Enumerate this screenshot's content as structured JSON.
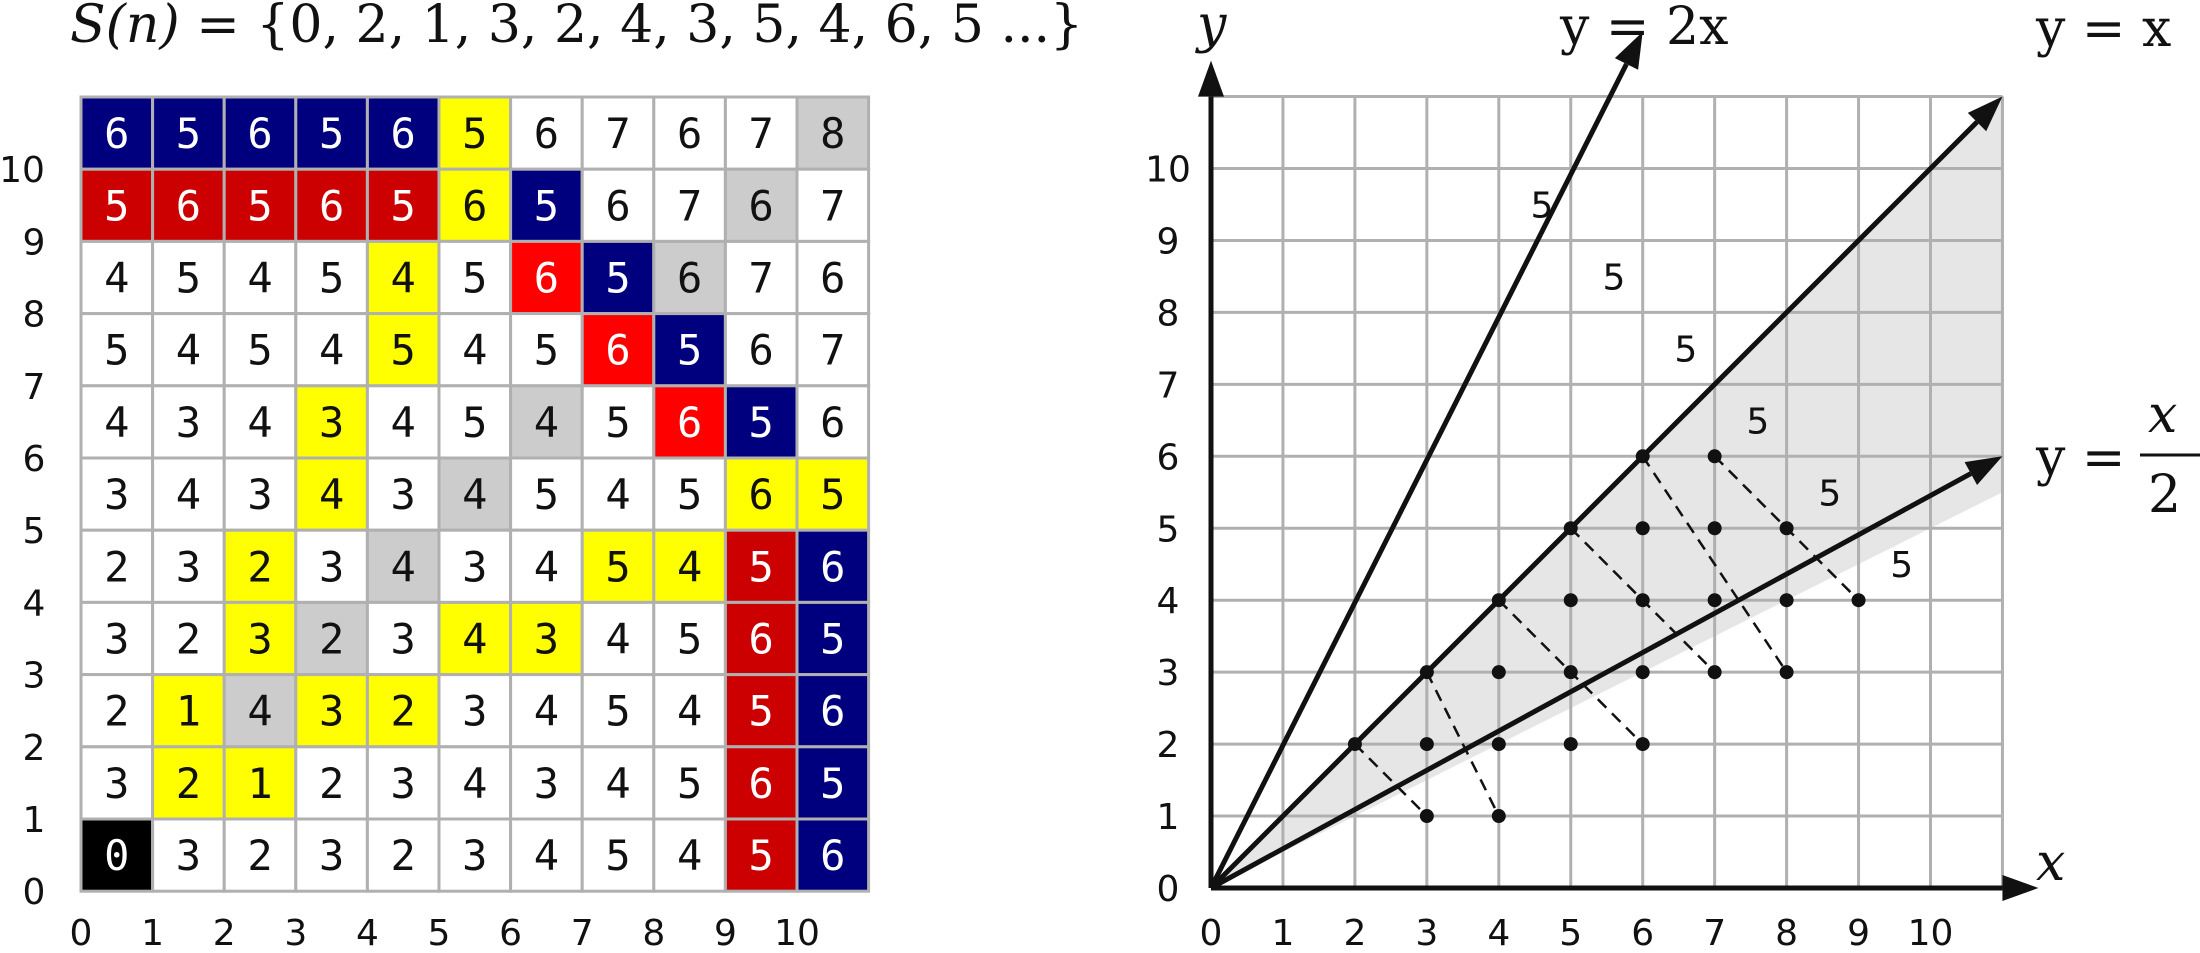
{
  "left": {
    "formula": "S(n) = {0, 2, 1, 3, 2, 4, 3, 5, 4, 6, 5 ...}",
    "formula_parts": {
      "lhs": "S(n)",
      "rhs": " = {0, 2, 1, 3, 2, 4, 3, 5, 4, 6, 5 ...}"
    },
    "x_ticks": [
      "0",
      "1",
      "2",
      "3",
      "4",
      "5",
      "6",
      "7",
      "8",
      "9",
      "10"
    ],
    "y_ticks": [
      "0",
      "1",
      "2",
      "3",
      "4",
      "5",
      "6",
      "7",
      "8",
      "9",
      "10"
    ],
    "colors": {
      "navy": "#00007f",
      "crimson": "#cc0000",
      "red": "#ff0000",
      "yellow": "#ffff00",
      "gray": "#cccccc",
      "black": "#000000",
      "white": "#ffffff",
      "grid": "#b0b0b0"
    },
    "cells_top_to_bottom": [
      [
        [
          "6",
          "navy"
        ],
        [
          "5",
          "navy"
        ],
        [
          "6",
          "navy"
        ],
        [
          "5",
          "navy"
        ],
        [
          "6",
          "navy"
        ],
        [
          "5",
          "yellow"
        ],
        [
          "6",
          "white"
        ],
        [
          "7",
          "white"
        ],
        [
          "6",
          "white"
        ],
        [
          "7",
          "white"
        ],
        [
          "8",
          "gray"
        ]
      ],
      [
        [
          "5",
          "crimson"
        ],
        [
          "6",
          "crimson"
        ],
        [
          "5",
          "crimson"
        ],
        [
          "6",
          "crimson"
        ],
        [
          "5",
          "crimson"
        ],
        [
          "6",
          "yellow"
        ],
        [
          "5",
          "navy"
        ],
        [
          "6",
          "white"
        ],
        [
          "7",
          "white"
        ],
        [
          "6",
          "gray"
        ],
        [
          "7",
          "white"
        ]
      ],
      [
        [
          "4",
          "white"
        ],
        [
          "5",
          "white"
        ],
        [
          "4",
          "white"
        ],
        [
          "5",
          "white"
        ],
        [
          "4",
          "yellow"
        ],
        [
          "5",
          "white"
        ],
        [
          "6",
          "red"
        ],
        [
          "5",
          "navy"
        ],
        [
          "6",
          "gray"
        ],
        [
          "7",
          "white"
        ],
        [
          "6",
          "white"
        ]
      ],
      [
        [
          "5",
          "white"
        ],
        [
          "4",
          "white"
        ],
        [
          "5",
          "white"
        ],
        [
          "4",
          "white"
        ],
        [
          "5",
          "yellow"
        ],
        [
          "4",
          "white"
        ],
        [
          "5",
          "white"
        ],
        [
          "6",
          "red"
        ],
        [
          "5",
          "navy"
        ],
        [
          "6",
          "white"
        ],
        [
          "7",
          "white"
        ]
      ],
      [
        [
          "4",
          "white"
        ],
        [
          "3",
          "white"
        ],
        [
          "4",
          "white"
        ],
        [
          "3",
          "yellow"
        ],
        [
          "4",
          "white"
        ],
        [
          "5",
          "white"
        ],
        [
          "4",
          "gray"
        ],
        [
          "5",
          "white"
        ],
        [
          "6",
          "red"
        ],
        [
          "5",
          "navy"
        ],
        [
          "6",
          "white"
        ]
      ],
      [
        [
          "3",
          "white"
        ],
        [
          "4",
          "white"
        ],
        [
          "3",
          "white"
        ],
        [
          "4",
          "yellow"
        ],
        [
          "3",
          "white"
        ],
        [
          "4",
          "gray"
        ],
        [
          "5",
          "white"
        ],
        [
          "4",
          "white"
        ],
        [
          "5",
          "white"
        ],
        [
          "6",
          "yellow"
        ],
        [
          "5",
          "yellow"
        ]
      ],
      [
        [
          "2",
          "white"
        ],
        [
          "3",
          "white"
        ],
        [
          "2",
          "yellow"
        ],
        [
          "3",
          "white"
        ],
        [
          "4",
          "gray"
        ],
        [
          "3",
          "white"
        ],
        [
          "4",
          "white"
        ],
        [
          "5",
          "yellow"
        ],
        [
          "4",
          "yellow"
        ],
        [
          "5",
          "crimson"
        ],
        [
          "6",
          "navy"
        ]
      ],
      [
        [
          "3",
          "white"
        ],
        [
          "2",
          "white"
        ],
        [
          "3",
          "yellow"
        ],
        [
          "2",
          "gray"
        ],
        [
          "3",
          "white"
        ],
        [
          "4",
          "yellow"
        ],
        [
          "3",
          "yellow"
        ],
        [
          "4",
          "white"
        ],
        [
          "5",
          "white"
        ],
        [
          "6",
          "crimson"
        ],
        [
          "5",
          "navy"
        ]
      ],
      [
        [
          "2",
          "white"
        ],
        [
          "1",
          "yellow"
        ],
        [
          "4",
          "gray"
        ],
        [
          "3",
          "yellow"
        ],
        [
          "2",
          "yellow"
        ],
        [
          "3",
          "white"
        ],
        [
          "4",
          "white"
        ],
        [
          "5",
          "white"
        ],
        [
          "4",
          "white"
        ],
        [
          "5",
          "crimson"
        ],
        [
          "6",
          "navy"
        ]
      ],
      [
        [
          "3",
          "white"
        ],
        [
          "2",
          "yellow"
        ],
        [
          "1",
          "yellow"
        ],
        [
          "2",
          "white"
        ],
        [
          "3",
          "white"
        ],
        [
          "4",
          "white"
        ],
        [
          "3",
          "white"
        ],
        [
          "4",
          "white"
        ],
        [
          "5",
          "white"
        ],
        [
          "6",
          "crimson"
        ],
        [
          "5",
          "navy"
        ]
      ],
      [
        [
          "0",
          "black"
        ],
        [
          "3",
          "white"
        ],
        [
          "2",
          "white"
        ],
        [
          "3",
          "white"
        ],
        [
          "2",
          "white"
        ],
        [
          "3",
          "white"
        ],
        [
          "4",
          "white"
        ],
        [
          "5",
          "white"
        ],
        [
          "4",
          "white"
        ],
        [
          "5",
          "crimson"
        ],
        [
          "6",
          "navy"
        ]
      ]
    ]
  },
  "right": {
    "x_ticks": [
      "0",
      "1",
      "2",
      "3",
      "4",
      "5",
      "6",
      "7",
      "8",
      "9",
      "10"
    ],
    "y_ticks": [
      "0",
      "1",
      "2",
      "3",
      "4",
      "5",
      "6",
      "7",
      "8",
      "9",
      "10"
    ],
    "axis_x_label": "x",
    "axis_y_label": "y",
    "line_2x_label": "y = 2x",
    "line_x_label": "y = x",
    "line_half_label": {
      "lhs": "y = ",
      "num": "x",
      "den": "2"
    },
    "region_color": "#e6e6e6",
    "grid_color": "#b0b0b0",
    "dots": [
      [
        2,
        2
      ],
      [
        3,
        3
      ],
      [
        4,
        4
      ],
      [
        5,
        5
      ],
      [
        6,
        6
      ],
      [
        3,
        1
      ],
      [
        3,
        2
      ],
      [
        4,
        1
      ],
      [
        4,
        2
      ],
      [
        4,
        3
      ],
      [
        5,
        2
      ],
      [
        5,
        3
      ],
      [
        5,
        4
      ],
      [
        6,
        2
      ],
      [
        6,
        3
      ],
      [
        6,
        4
      ],
      [
        6,
        5
      ],
      [
        7,
        3
      ],
      [
        7,
        4
      ],
      [
        7,
        5
      ],
      [
        7,
        6
      ],
      [
        8,
        3
      ],
      [
        8,
        4
      ],
      [
        8,
        5
      ],
      [
        9,
        4
      ]
    ],
    "dashed_segments": [
      [
        [
          2,
          2
        ],
        [
          3,
          1
        ]
      ],
      [
        [
          3,
          3
        ],
        [
          4,
          1
        ]
      ],
      [
        [
          4,
          4
        ],
        [
          6,
          2
        ]
      ],
      [
        [
          5,
          5
        ],
        [
          7,
          3
        ]
      ],
      [
        [
          6,
          6
        ],
        [
          8,
          3
        ]
      ],
      [
        [
          7,
          6
        ],
        [
          9,
          4
        ]
      ]
    ],
    "fives": [
      "5",
      "5",
      "5",
      "5",
      "5",
      "5"
    ]
  }
}
